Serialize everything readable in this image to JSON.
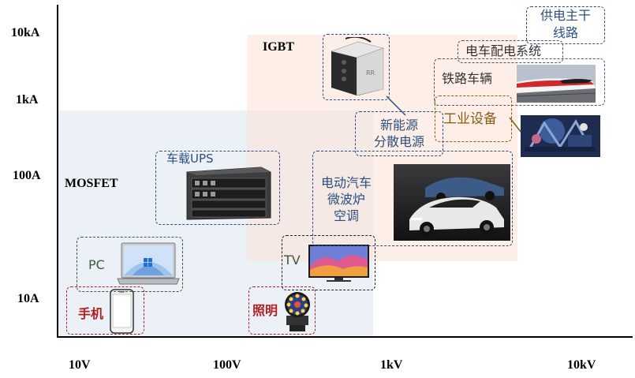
{
  "axes": {
    "y_ticks": [
      "10kA",
      "1kA",
      "100A",
      "10A"
    ],
    "x_ticks": [
      "10V",
      "100V",
      "1kV",
      "10kV"
    ]
  },
  "zones": {
    "mosfet": "MOSFET",
    "igbt": "IGBT"
  },
  "applications": {
    "phone": "手机",
    "pc": "PC",
    "vehicle_ups": "车载UPS",
    "lighting": "照明",
    "tv": "TV",
    "ev_appliance": [
      "电动汽车",
      "微波炉",
      "空调"
    ],
    "new_energy": [
      "新能源",
      "分散电源"
    ],
    "industrial": "工业设备",
    "railway": "铁路车辆",
    "traction": "电车配电系统",
    "grid": [
      "供电主干",
      "线路"
    ]
  },
  "colors": {
    "mosfet_zone": "#dfe7f3",
    "igbt_zone": "#fbe2d3",
    "navy_text": "#2b4f7f",
    "green_text": "#3c5a3c",
    "red_text": "#b02020",
    "orange_text": "#8a5a10"
  }
}
